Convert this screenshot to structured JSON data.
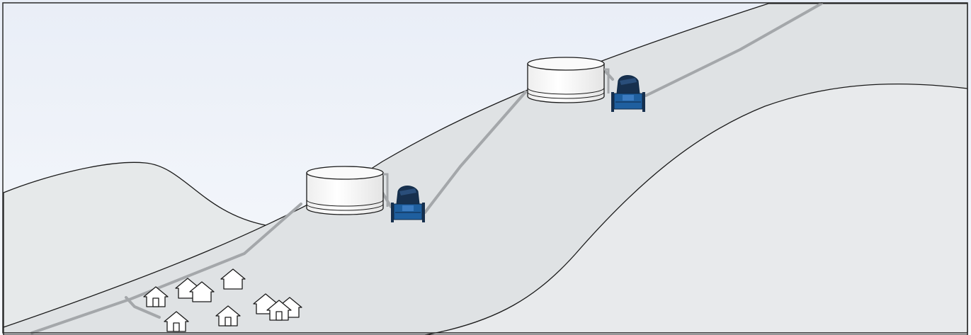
{
  "colors": {
    "sky_top": "#e9eef7",
    "sky_bottom": "#f7f9fc",
    "hill_far": "#e6e9ea",
    "hill_near": "#e3e6e8",
    "ridge": "#d9dcde",
    "outline": "#1a1a1a",
    "pipe": "#a4a7aa",
    "tank_fill": "#f8f8f8",
    "valve_blue": "#1f5f9f",
    "valve_dark": "#17304e",
    "frame": "#2b2b2b"
  },
  "elements": {
    "tanks": 2,
    "valves": 2,
    "houses": 10
  }
}
